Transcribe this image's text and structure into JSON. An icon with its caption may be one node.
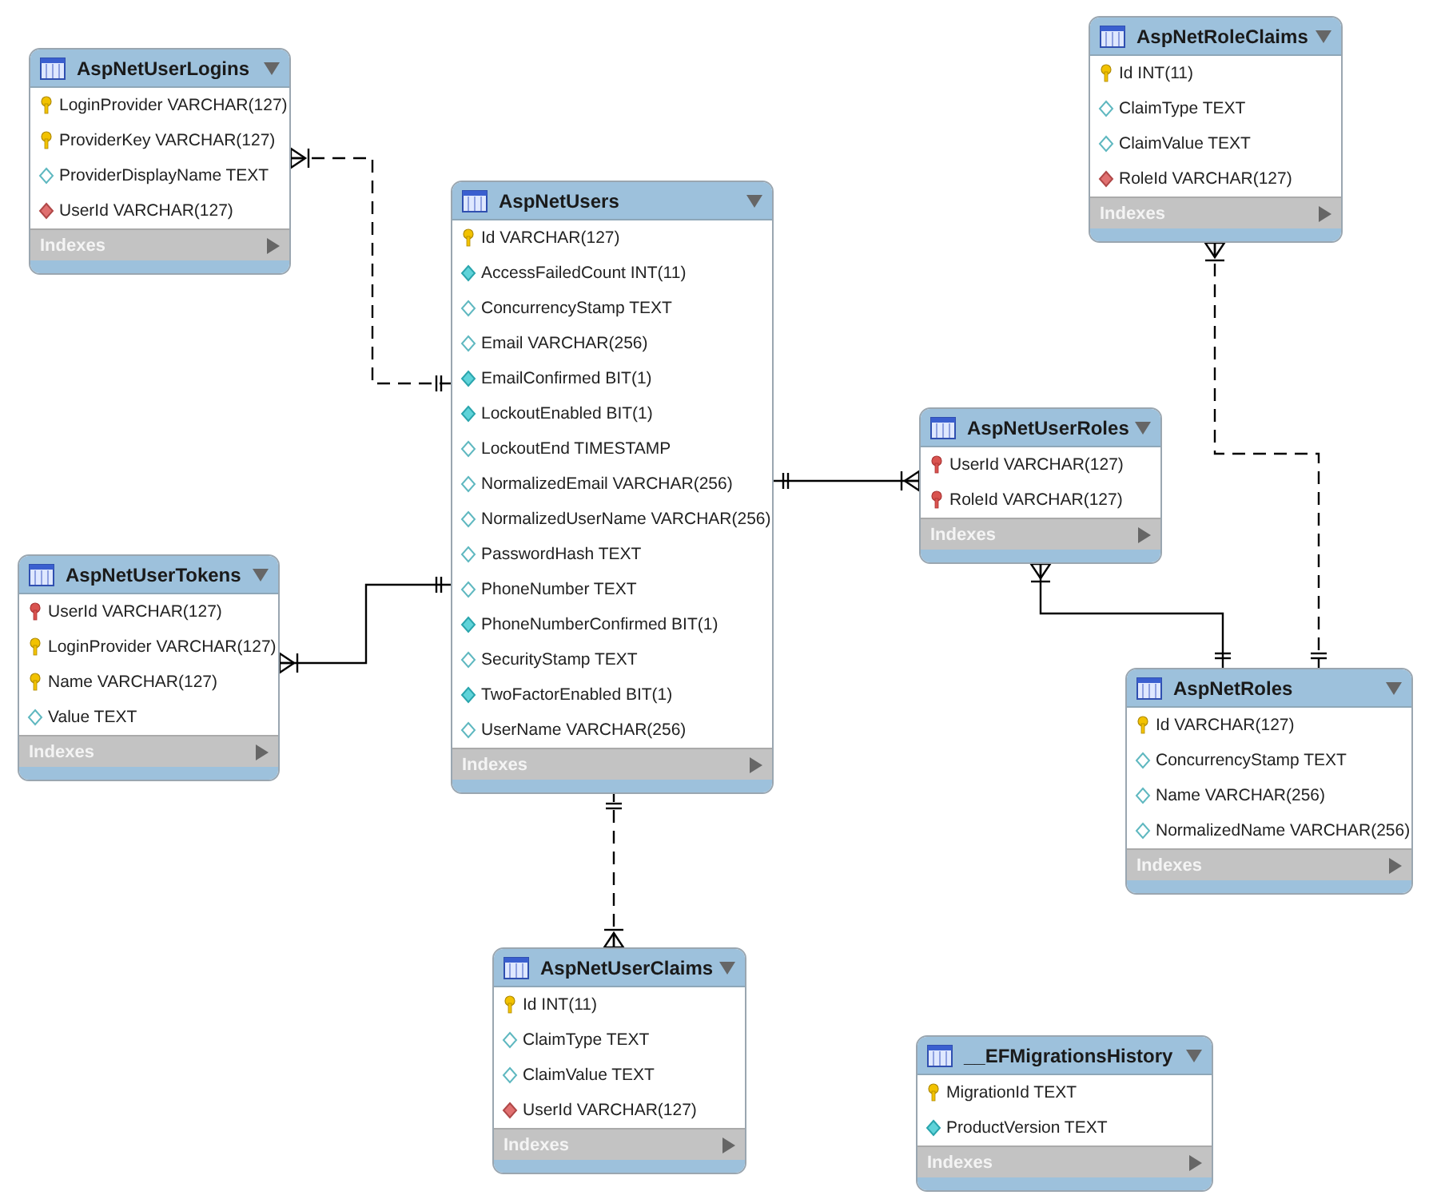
{
  "diagram": {
    "nodes": [
      {
        "text": [
          "AspNetUserLogins",
          "LoginProvider VARCHAR(127)",
          "ProviderKey VARCHAR(127)",
          "ProviderDisplayName TEXT",
          "UserId VARCHAR(127)",
          "Indexes"
        ]
      },
      {
        "text": [
          "AspNetRoleClaims",
          "Id INT(11)",
          "ClaimType TEXT",
          "ClaimValue TEXT",
          "RoleId VARCHAR(127)",
          "Indexes"
        ]
      },
      {
        "text": [
          "AspNetUsers",
          "Id VARCHAR(127)",
          "AccessFailedCount INT(11)",
          "ConcurrencyStamp TEXT",
          "Email VARCHAR(256)",
          "EmailConfirmed BIT(1)",
          "LockoutEnabled BIT(1)",
          "LockoutEnd TIMESTAMP",
          "NormalizedEmail VARCHAR(256)",
          "NormalizedUserName VARCHAR(256)",
          "PasswordHash TEXT",
          "PhoneNumber TEXT",
          "PhoneNumberConfirmed BIT(1)",
          "SecurityStamp TEXT",
          "TwoFactorEnabled BIT(1)",
          "UserName VARCHAR(256)",
          "Indexes"
        ]
      },
      {
        "text": [
          "AspNetUserRoles",
          "UserId VARCHAR(127)",
          "RoleId VARCHAR(127)",
          "Indexes"
        ]
      },
      {
        "text": [
          "AspNetUserTokens",
          "UserId VARCHAR(127)",
          "LoginProvider VARCHAR(127)",
          "Name VARCHAR(127)",
          "Value TEXT",
          "Indexes"
        ]
      },
      {
        "text": [
          "AspNetRoles",
          "Id VARCHAR(127)",
          "ConcurrencyStamp TEXT",
          "Name VARCHAR(256)",
          "NormalizedName VARCHAR(256)",
          "Indexes"
        ]
      },
      {
        "text": [
          "AspNetUserClaims",
          "Id INT(11)",
          "ClaimType TEXT",
          "ClaimValue TEXT",
          "UserId VARCHAR(127)",
          "Indexes"
        ]
      },
      {
        "text": [
          "__EFMigrationsHistory",
          "MigrationId TEXT",
          "ProductVersion TEXT",
          "Indexes"
        ]
      }
    ],
    "edges": [
      {
        "from": 0,
        "to": 2,
        "arrow": "other",
        "style": "dashed"
      },
      {
        "from": 4,
        "to": 2,
        "arrow": "other"
      },
      {
        "from": 3,
        "to": 2,
        "arrow": "other"
      },
      {
        "from": 3,
        "to": 5,
        "arrow": "other"
      },
      {
        "from": 1,
        "to": 5,
        "arrow": "other",
        "style": "dashed"
      },
      {
        "from": 6,
        "to": 2,
        "arrow": "other",
        "style": "dashed"
      }
    ]
  }
}
